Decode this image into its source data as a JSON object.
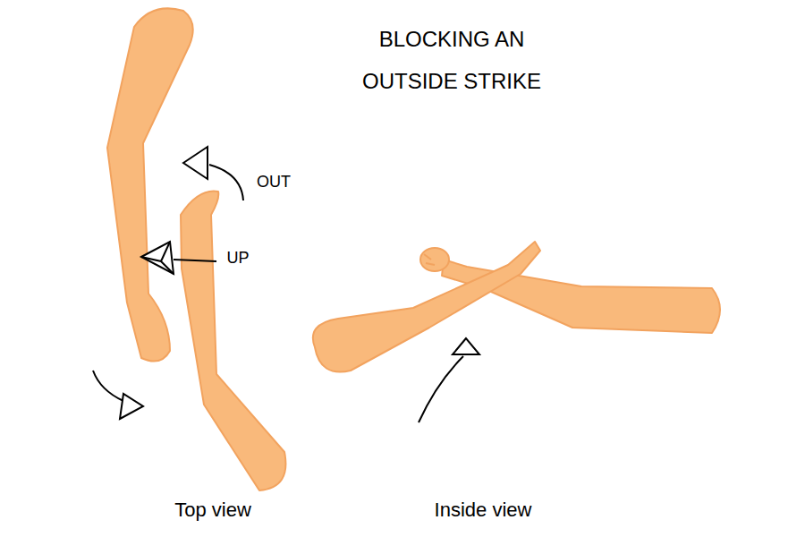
{
  "diagram": {
    "title": "BLOCKING AN OUTSIDE STRIKE",
    "labels": [
      "OUT",
      "UP",
      "Top view",
      "Inside view"
    ]
  }
}
